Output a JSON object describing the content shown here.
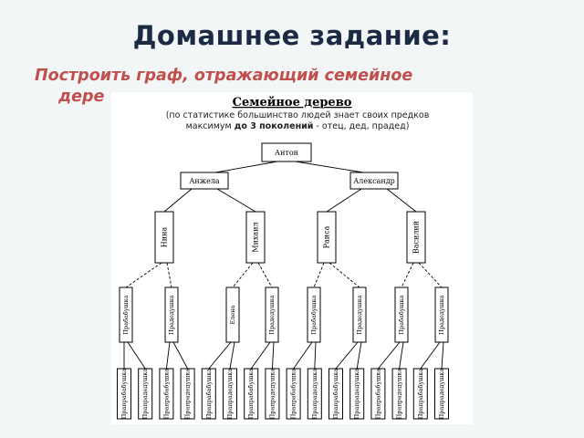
{
  "slide": {
    "title": "Домашнее задание:",
    "task_line1": "Построить граф, отражающий семейное",
    "task_line2": "дере"
  },
  "figure": {
    "title": "Семейное дерево",
    "subtitle_line1": "(по статистике большинство людей знает своих предков",
    "subtitle_line2_a": "максимум ",
    "subtitle_line2_b": "до 3 поколений",
    "subtitle_line2_c": " - отец, дед, прадед)",
    "root": "Антон",
    "parents": [
      "Анжела",
      "Александр"
    ],
    "grandparents": [
      "Нина",
      "Михаил",
      "Раиса",
      "Василий"
    ],
    "great_grandparents": [
      "Прабабушка",
      "Прадедушка",
      "Елена",
      "Прадедушка",
      "Прабабушка",
      "Прадедушка",
      "Прабабушка",
      "Прадедушка"
    ],
    "great_great_grandparents": [
      "Прапрабабушка",
      "Прапрадедушка",
      "Прапрабабушка",
      "Прапрадедушка",
      "Прапрабабушка",
      "Прапрадедушка",
      "Прапрабабушка",
      "Прапрадедушка",
      "Прапрабабушка",
      "Прапрадедушка",
      "Прапрабабушка",
      "Прапрадедушка",
      "Прапрабабушка",
      "Прапрадедушка",
      "Прапрабабушка",
      "Прапрадедушка"
    ]
  }
}
